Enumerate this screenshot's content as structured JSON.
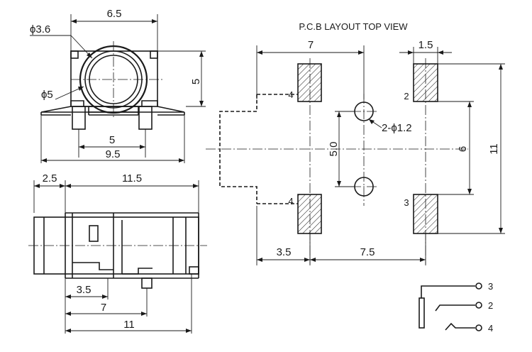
{
  "title": "P.C.B LAYOUT  TOP VIEW",
  "front_view": {
    "width": "6.5",
    "hole_outer": "ϕ3.6",
    "hole_inner": "ϕ5",
    "height": "5",
    "pin_span": "5",
    "overall_span": "9.5"
  },
  "side_view": {
    "front": "2.5",
    "length": "11.5",
    "pin_a": "3.5",
    "pin_b": "7",
    "pin_c": "11"
  },
  "pcb_layout": {
    "width": "7",
    "pad_width": "1.5",
    "hole_spacing": "5.0",
    "hole_dia": "2-ϕ1.2",
    "pad_pitch": "6",
    "height": "11",
    "left_offset": "3.5",
    "pad_span": "7.5",
    "pad_labels": [
      "4",
      "2",
      "4",
      "3"
    ]
  },
  "schematic": {
    "pins": [
      "3",
      "2",
      "4"
    ]
  }
}
